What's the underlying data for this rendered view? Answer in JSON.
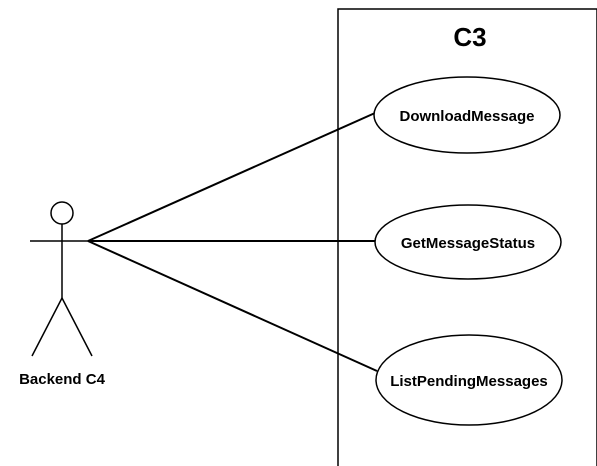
{
  "system": {
    "title": "C3"
  },
  "actor": {
    "label": "Backend C4"
  },
  "use_cases": [
    {
      "label": "DownloadMessage"
    },
    {
      "label": "GetMessageStatus"
    },
    {
      "label": "ListPendingMessages"
    }
  ]
}
